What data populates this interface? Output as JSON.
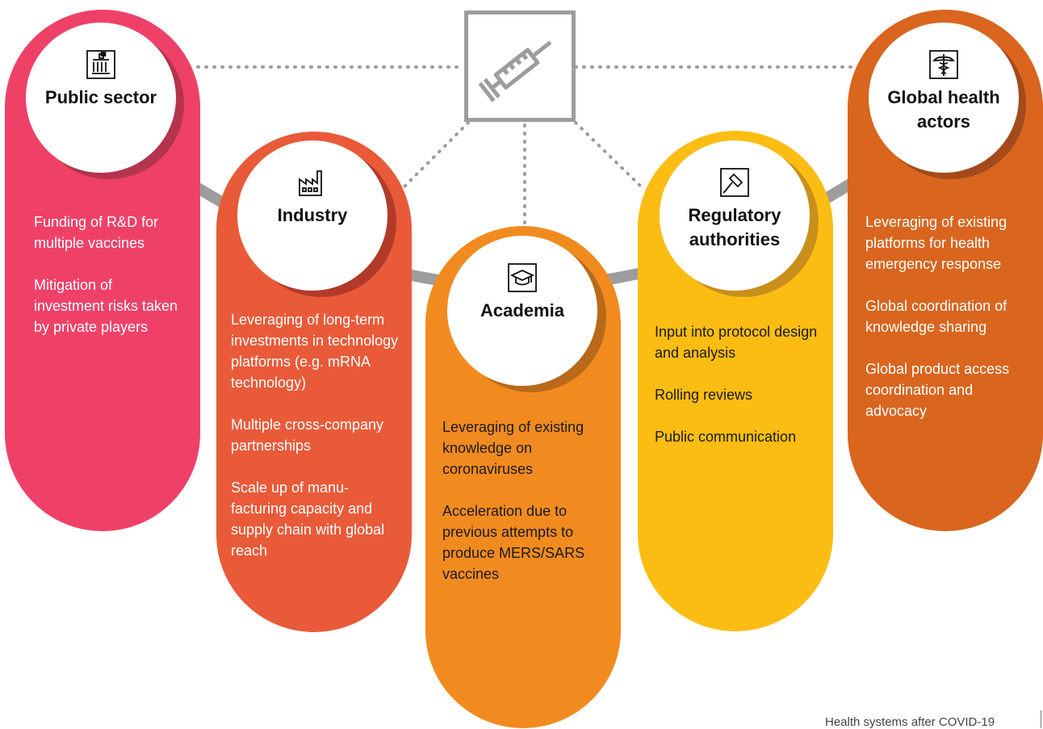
{
  "center_icon": "syringe-icon",
  "actors": [
    {
      "id": "public-sector",
      "title": "Public sector",
      "icon": "government-building-icon",
      "color": "#ef4168",
      "shadow": "#b5334d",
      "items": [
        "Funding of R&D for multiple vaccines",
        "Mitigation of investment risks taken by private players"
      ]
    },
    {
      "id": "industry",
      "title": "Industry",
      "icon": "factory-icon",
      "color": "#e95a39",
      "shadow": "#b23a28",
      "items": [
        "Leveraging of long-term investments in technology platforms (e.g. mRNA technology)",
        "Multiple cross-company partnerships",
        "Scale up of manu-facturing capacity and supply chain with global reach"
      ]
    },
    {
      "id": "academia",
      "title": "Academia",
      "icon": "graduation-cap-icon",
      "color": "#f28b1f",
      "shadow": "#b86a1a",
      "items": [
        "Leveraging of existing knowledge on coronaviruses",
        "Acceleration due to previous attempts to produce MERS/SARS vaccines"
      ]
    },
    {
      "id": "regulatory-authorities",
      "title": "Regulatory authorities",
      "icon": "gavel-icon",
      "color": "#fbbd13",
      "shadow": "#c98f1a",
      "items": [
        "Input into protocol design and analysis",
        "Rolling reviews",
        "Public communication"
      ]
    },
    {
      "id": "global-health-actors",
      "title": "Global health actors",
      "icon": "caduceus-icon",
      "color": "#d9651f",
      "shadow": "#a44a1b",
      "items": [
        "Leveraging of existing platforms for health emergency response",
        "Global coordination of knowledge sharing",
        "Global product access coordination and advocacy"
      ]
    }
  ],
  "footer": "Health systems after COVID-19"
}
